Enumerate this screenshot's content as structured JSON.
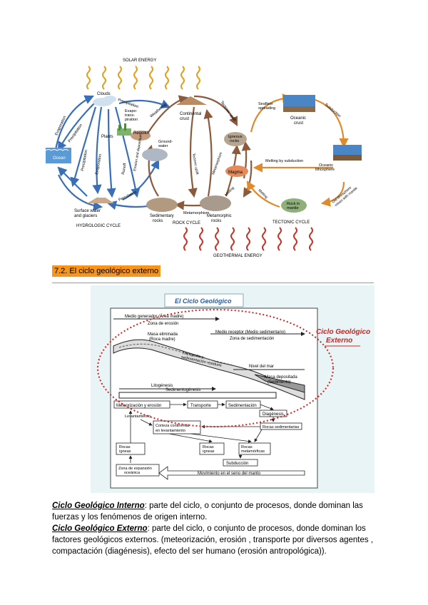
{
  "figure1": {
    "solar_energy": "SOLAR ENERGY",
    "geothermal_energy": "GEOTHERMAL ENERGY",
    "clouds": "Clouds",
    "precipitation1": "Precipitation",
    "evapotranspiration": "Evapo-\ntrans-\npiration",
    "evaporation": "Evaporation",
    "precipitation2": "Precipitation",
    "plants": "Plants",
    "ocean": "Ocean",
    "runoff": "Runoff",
    "percolation": "Percolation",
    "surface_water": "Surface water\nand glaciers",
    "hydrologic_cycle": "HYDROLOGIC CYCLE",
    "weathering": "Weathering",
    "continental_crust": "Continental\ncrust",
    "regolith": "Regolith",
    "groundwater": "Ground-\nwater",
    "erosion_deposition": "Erosion and\ndeposition",
    "sedimentary_rocks": "Sedimentary\nrocks",
    "metamorphism": "Metamorphism",
    "tectonic_uplift": "Tectonic uplift",
    "igneous_rocks": "Igneous\nrocks",
    "magma": "Magma",
    "melting": "Melting",
    "metamorphic_rocks": "Metamorphic\nrocks",
    "rock_cycle": "ROCK CYCLE",
    "seafloor_spreading": "Seafloor\nspreading",
    "oceanic_crust": "Oceanic\ncrust",
    "subduction": "Subduction",
    "oceanic_lithosphere": "Oceanic\nlithosphere",
    "melting_by_subduction": "Melting by subduction",
    "old_lithosphere": "Old lithosphere\nmixes with mantle",
    "rock_in_mantle": "Rock in\nmantle",
    "tectonic_cycle": "TECTONIC CYCLE"
  },
  "section_heading": "7.2. El ciclo geológico externo",
  "figure2": {
    "title": "El Ciclo Geológico",
    "medio_generador": "Medio generador (Área madre)",
    "zona_erosion": "Zona de erosión",
    "masa_eliminada": "Masa eliminada\n(Roca madre)",
    "medio_receptor": "Medio receptor (Medio sedimentario)",
    "zona_sedimentacion": "Zona de sedimentación",
    "transporte_residuos": "Transporte y\nsedimentación residuos",
    "nivel_mar": "Nivel del mar",
    "masa_depositada": "Masa depositada\n(Sedimento)",
    "litogenesis": "Litogénesis",
    "sedimentogenesis": "Sedimentogénesis",
    "meteorizacion": "Meteorización y erosión",
    "transporte": "Transporte",
    "sedimentacion": "Sedimentación",
    "diagenesis": "Diagénesis",
    "levantamiento": "Levantamiento",
    "corteza": "Corteza continental\nen levantamiento",
    "rocas_sedimentarias": "Rocas sedimentarias",
    "rocas_igneas1": "Rocas\nígneas",
    "rocas_igneas2": "Rocas\nígneas",
    "rocas_metamorficas": "Rocas\nmetamórficas",
    "subduccion": "Subducción",
    "zona_expansion": "Zona de expansión\noceánica",
    "movimiento": "Movimiento en el seno del manto",
    "callout": "Ciclo Geológico\nExterno"
  },
  "descriptions": {
    "interno_term": "Ciclo Geológico Interno",
    "interno_text": ": parte del ciclo, o conjunto de procesos, donde dominan las fuerzas y los fenómenos de origen interno.",
    "externo_term": "Ciclo Geológico Externo",
    "externo_text": ": parte del ciclo, o conjunto de procesos, donde dominan los factores geológicos externos. (meteorización, erosión , transporte por diversos agentes , compactación (diagénesis), efecto del ser humano (erosión antropológica))."
  },
  "colors": {
    "heading_bg": "#f7941d",
    "blue_arrows": "#3a6fb7",
    "brown_arrows": "#8b5a3c",
    "orange_arrows": "#e08a2c",
    "wavy": "#e2a020",
    "geo_wavy": "#c0392b",
    "red_dotted": "#d62020",
    "fig2_bg": "#e8f4f6"
  }
}
